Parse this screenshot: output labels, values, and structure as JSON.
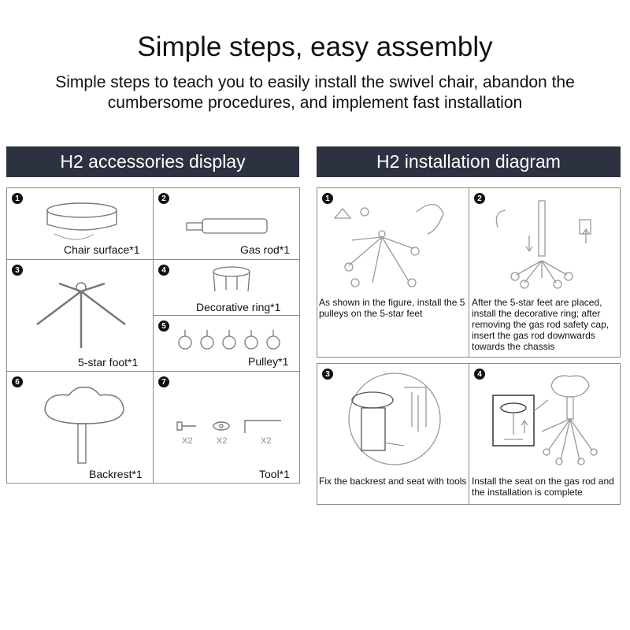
{
  "header": {
    "title": "Simple steps, easy assembly",
    "subtitle": "Simple steps to teach you to easily install the swivel chair, abandon the cumbersome procedures, and implement fast installation"
  },
  "accessories": {
    "heading": "H2 accessories display",
    "items": [
      {
        "number": "1",
        "label": "Chair surface*1"
      },
      {
        "number": "2",
        "label": "Gas rod*1"
      },
      {
        "number": "3",
        "label": "5-star foot*1"
      },
      {
        "number": "4",
        "label": "Decorative ring*1"
      },
      {
        "number": "5",
        "label": "Pulley*1"
      },
      {
        "number": "6",
        "label": "Backrest*1"
      },
      {
        "number": "7",
        "label": "Tool*1"
      }
    ],
    "tool_quantities": [
      "X2",
      "X2",
      "X2"
    ]
  },
  "installation": {
    "heading": "H2 installation diagram",
    "steps": [
      {
        "number": "1",
        "caption": "As shown in the figure, install the 5 pulleys on the 5-star feet"
      },
      {
        "number": "2",
        "caption": "After the 5-star feet are placed, install the decorative ring; after removing the gas rod safety cap, insert the gas rod downwards towards the chassis"
      },
      {
        "number": "3",
        "caption": "Fix the backrest and seat with tools"
      },
      {
        "number": "4",
        "caption": "Install the seat on the gas rod and the installation is complete"
      }
    ]
  },
  "colors": {
    "header_bg": "#2d3241",
    "border": "#8a8a8a"
  }
}
